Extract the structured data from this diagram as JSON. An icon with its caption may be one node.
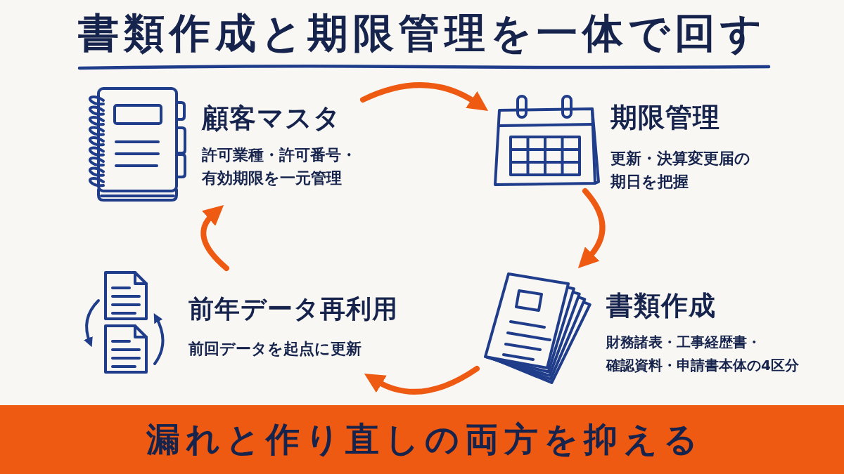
{
  "diagram": {
    "title": "書類作成と期限管理を一体で回す",
    "nodes": [
      {
        "text": [
          "顧客マスタ",
          "許可業種・許可番号・有効期限を一元管理"
        ]
      },
      {
        "text": [
          "期限管理",
          "更新・決算変更届の期日を把握"
        ]
      },
      {
        "text": [
          "書類作成",
          "財務諸表・工事経歴書・確認資料・申請書本体の4区分"
        ]
      },
      {
        "text": [
          "前年データ再利用",
          "前回データを起点に更新"
        ]
      },
      {
        "text": [
          "漏れと作り直しの両方を抑える"
        ]
      }
    ],
    "edges": [
      {
        "from": 0,
        "to": 1,
        "arrow": "to"
      },
      {
        "from": 1,
        "to": 2,
        "arrow": "to"
      },
      {
        "from": 2,
        "to": 3,
        "arrow": "to"
      },
      {
        "from": 3,
        "to": 0,
        "arrow": "to"
      }
    ]
  }
}
